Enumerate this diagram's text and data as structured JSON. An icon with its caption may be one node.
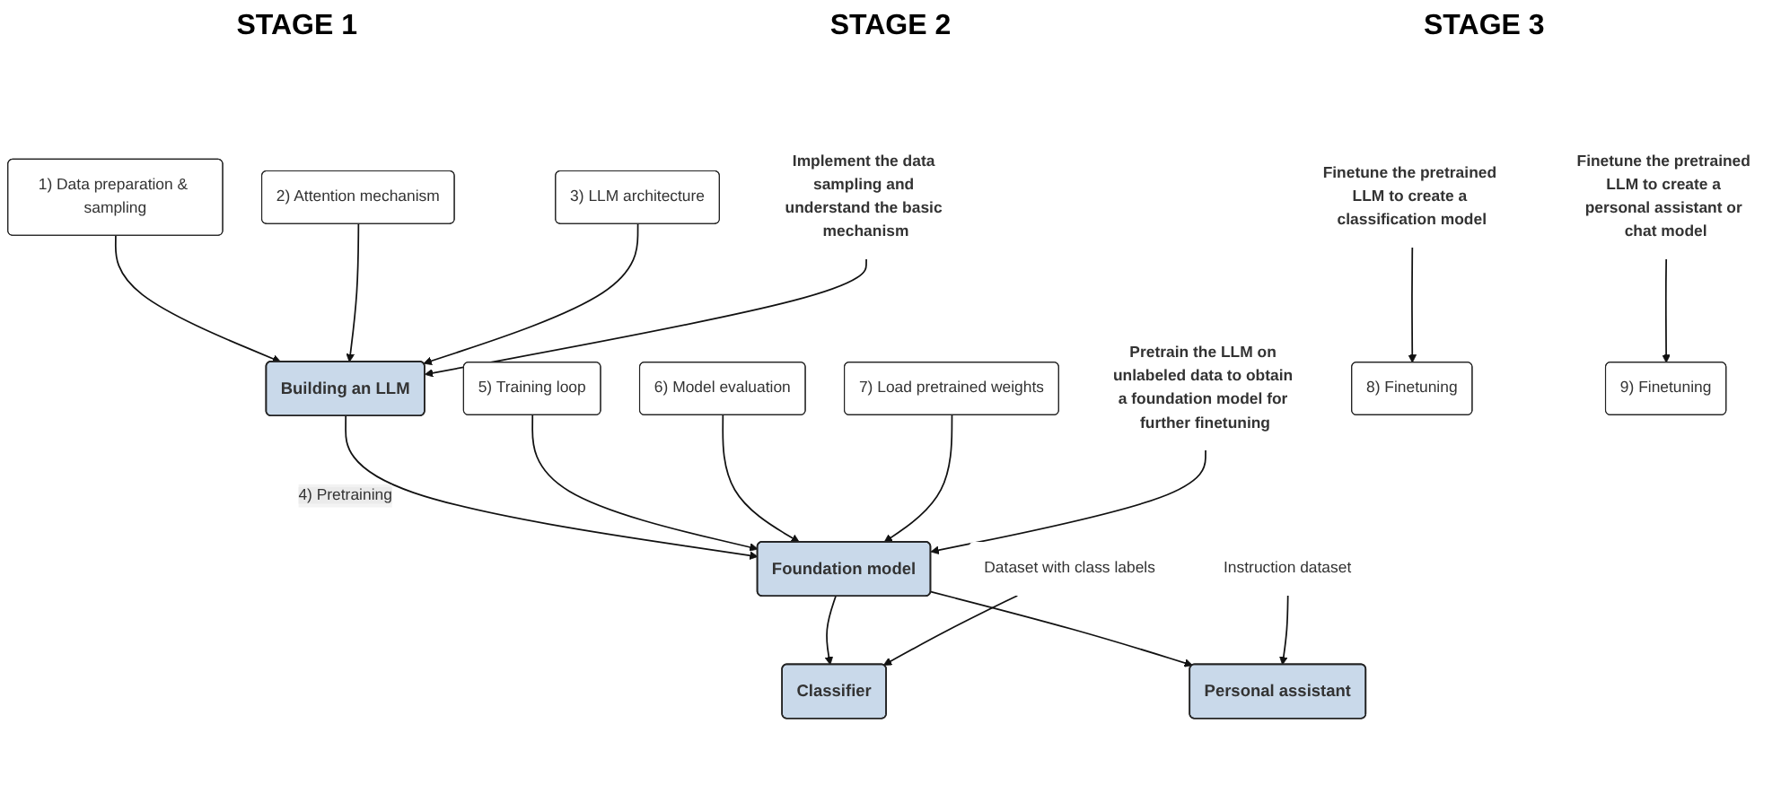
{
  "diagram": {
    "nodes": [
      {
        "text": [
          "1) Data preparation & sampling"
        ]
      },
      {
        "text": [
          "2) Attention mechanism"
        ]
      },
      {
        "text": [
          "3) LLM architecture"
        ]
      },
      {
        "text": [
          "Building an LLM"
        ]
      },
      {
        "text": [
          "Implement the data sampling and understand the basic mechanism"
        ]
      },
      {
        "text": [
          "5) Training loop"
        ]
      },
      {
        "text": [
          "6) Model evaluation"
        ]
      },
      {
        "text": [
          "7) Load pretrained weights"
        ]
      },
      {
        "text": [
          "Foundation model"
        ]
      },
      {
        "text": [
          "Pretrain the LLM on unlabeled data to obtain a foundation model for further finetuning"
        ]
      },
      {
        "text": [
          "Finetune the pretrained LLM to create a classification model"
        ]
      },
      {
        "text": [
          "8) Finetuning"
        ]
      },
      {
        "text": [
          "Dataset with class labels"
        ]
      },
      {
        "text": [
          "Classifier"
        ]
      },
      {
        "text": [
          "Personal assistant"
        ]
      },
      {
        "text": [
          "9) Finetuning"
        ]
      },
      {
        "text": [
          "Instruction dataset"
        ]
      },
      {
        "text": [
          "Finetune the pretrained LLM to create a personal assistant or chat model"
        ]
      }
    ],
    "edges": [
      {
        "from": 0,
        "to": 3,
        "arrow": "to"
      },
      {
        "from": 1,
        "to": 3,
        "arrow": "to"
      },
      {
        "from": 2,
        "to": 3,
        "arrow": "to"
      },
      {
        "from": 4,
        "to": 3,
        "arrow": "to"
      },
      {
        "from": 3,
        "to": 8,
        "arrow": "to",
        "label": "4) Pretraining"
      },
      {
        "from": 5,
        "to": 8,
        "arrow": "to"
      },
      {
        "from": 6,
        "to": 8,
        "arrow": "to"
      },
      {
        "from": 7,
        "to": 8,
        "arrow": "to"
      },
      {
        "from": 9,
        "to": 8,
        "arrow": "to"
      },
      {
        "from": 8,
        "to": 13,
        "arrow": "to"
      },
      {
        "from": 8,
        "to": 14,
        "arrow": "to"
      },
      {
        "from": 10,
        "to": 11,
        "arrow": "to"
      },
      {
        "from": 12,
        "to": 13,
        "arrow": "to"
      },
      {
        "from": 16,
        "to": 14,
        "arrow": "to"
      },
      {
        "from": 17,
        "to": 15,
        "arrow": "to"
      }
    ],
    "labels": [
      "STAGE 1",
      "STAGE 2",
      "STAGE 3"
    ]
  }
}
